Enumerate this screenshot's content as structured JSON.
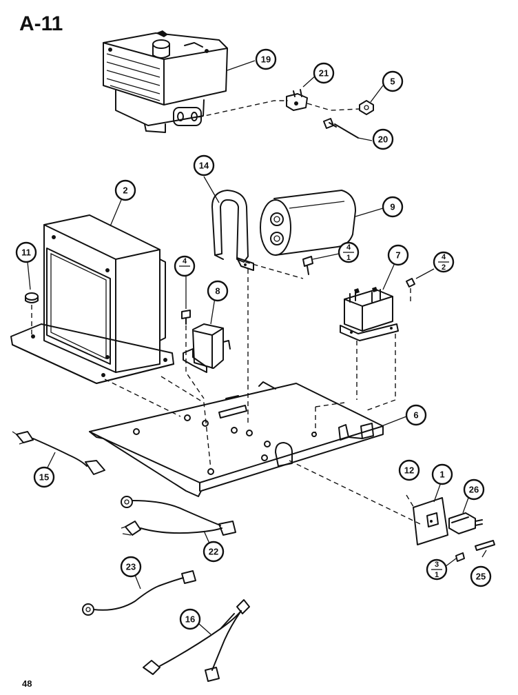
{
  "page_label": "A-11",
  "page_number": "48",
  "callouts": {
    "c19": "19",
    "c21a": "21",
    "c5": "5",
    "c20": "20",
    "c14": "14",
    "c2": "2",
    "c9": "9",
    "c11": "11",
    "c4a_num": "4",
    "c4a_den": "1",
    "c4b": "4",
    "c8": "8",
    "c7": "7",
    "c4c_num": "4",
    "c4c_den": "2",
    "c6": "6",
    "c15": "15",
    "c12": "12",
    "c1": "1",
    "c26": "26",
    "c22": "22",
    "c3_num": "3",
    "c3_den": "1",
    "c25": "25",
    "c23": "23",
    "c16": "16"
  }
}
